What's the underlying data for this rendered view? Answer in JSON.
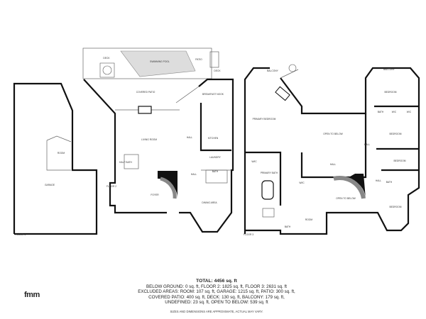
{
  "floors": {
    "floor1": {
      "name": "FLOOR 1",
      "rooms": [
        "GARAGE",
        "ROOM"
      ]
    },
    "floor2": {
      "name": "FLOOR 2",
      "rooms": [
        "DECK",
        "SWIMMING POOL",
        "PATIO",
        "DECK",
        "COVERED PATIO",
        "BREAKFAST NOOK",
        "LIVING ROOM",
        "HALL",
        "KITCHEN",
        "LAUNDRY",
        "BATH",
        "HALL",
        "FOYER",
        "HALF BATH",
        "DINING AREA"
      ]
    },
    "floor3": {
      "name": "FLOOR 3",
      "rooms": [
        "BALCONY",
        "BALCONY",
        "PRIMARY BEDROOM",
        "BEDROOM",
        "BEDROOM",
        "BEDROOM",
        "BEDROOM",
        "OPEN TO BELOW",
        "OPEN TO BELOW",
        "HALL",
        "HALL",
        "HALL",
        "W/C",
        "W/C",
        "BATH",
        "BATH",
        "BATH",
        "W/IC",
        "W/IC",
        "PRIMARY BATH",
        "ROOM"
      ]
    }
  },
  "summary": {
    "total": "TOTAL: 4456 sq. ft",
    "line1": "BELOW GROUND: 0 sq. ft, FLOOR 2: 1825 sq. ft, FLOOR 3: 2631 sq. ft",
    "line2": "EXCLUDED AREAS: ROOM: 107 sq. ft, GARAGE: 1215 sq. ft, PATIO: 300 sq. ft,",
    "line3": "COVERED PATIO: 400 sq. ft, DECK: 130 sq. ft, BALCONY: 179 sq. ft,",
    "line4": "UNDEFINED: 23 sq. ft, OPEN TO BELOW: 539 sq. ft",
    "disclaimer": "SIZES AND DIMENSIONS ARE APPROXIMATE, ACTUAL MAY VARY."
  },
  "logo": "fmm"
}
